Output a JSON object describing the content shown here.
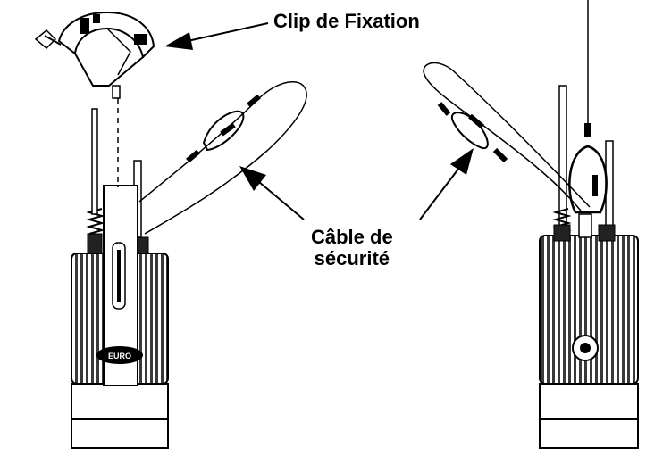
{
  "labels": {
    "clip": "Clip de Fixation",
    "cable_line1": "Câble de",
    "cable_line2": "sécurité"
  },
  "logo_text": "EURO",
  "colors": {
    "ink": "#000000",
    "paper": "#ffffff",
    "fixture_gray": "#a8a8a8"
  }
}
